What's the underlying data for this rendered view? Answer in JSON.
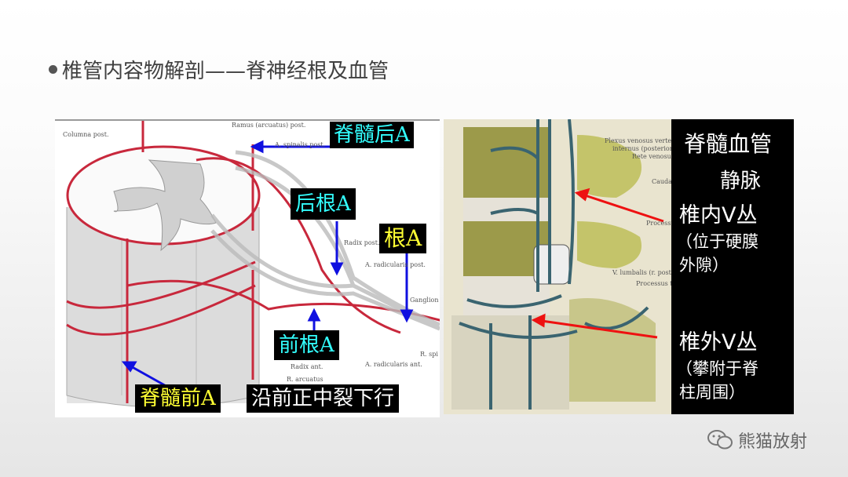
{
  "title": "椎管内容物解剖——脊神经根及血管",
  "left_figure": {
    "labels": {
      "posterior_spinal": "脊髓后A",
      "posterior_root": "后根A",
      "root": "根A",
      "anterior_root": "前根A",
      "anterior_spinal": "脊髓前A",
      "anterior_note": "沿前正中裂下行"
    },
    "anatomy_terms": [
      "Columna post.",
      "Ramus (arcuatus) post.",
      "A. spinalis post.",
      "Radix post.",
      "A. radicularis post.",
      "Ganglion",
      "A. radicularis ant.",
      "Radix ant.",
      "R. arcuatus",
      "R. spi"
    ]
  },
  "right_figure": {
    "anatomy_terms": [
      "Plexus venosus vertebralis internus (posterior)",
      "Rete venosum ve",
      "Cauda",
      "Processus",
      "V. lumbalis (r. posterior)",
      "Processus trans"
    ],
    "panel": {
      "heading": "脊髓血管",
      "sub": "静脉",
      "internal": "椎内V丛",
      "internal_note1": "（位于硬膜",
      "internal_note2": "外隙）",
      "external": "椎外V丛",
      "external_note1": "（攀附于脊",
      "external_note2": "柱周围）"
    }
  },
  "watermark": {
    "icon": "wechat-icon",
    "text": "熊猫放射"
  },
  "colors": {
    "artery": "#c8283c",
    "vein": "#3a6470",
    "arrow_blue": "#1010e0",
    "arrow_red": "#ee1111",
    "cyan_label": "#33ffff",
    "yellow_label": "#ffff33"
  }
}
